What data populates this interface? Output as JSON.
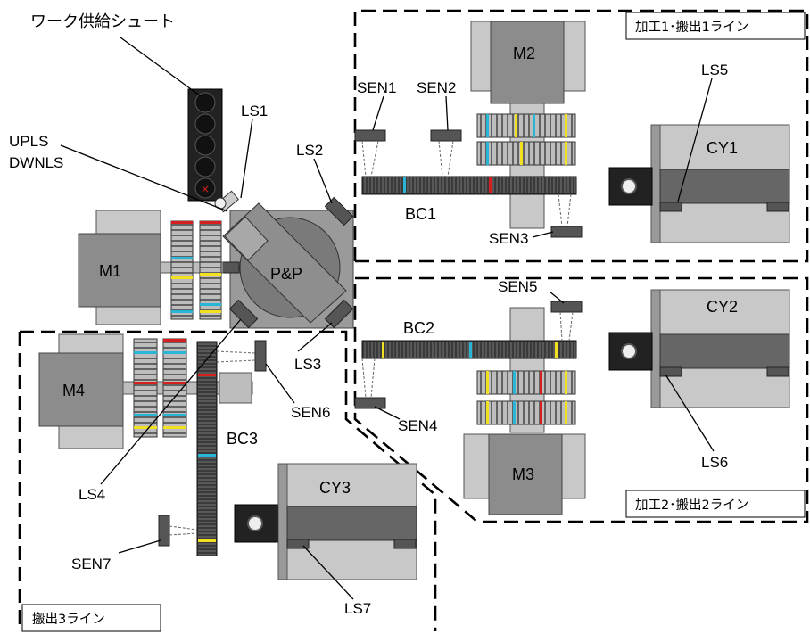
{
  "labels": {
    "chute": "ワーク供給シュート",
    "upls": "UPLS",
    "dwnls": "DWNLS",
    "ls1": "LS1",
    "ls2": "LS2",
    "ls3": "LS3",
    "ls4": "LS4",
    "ls5": "LS5",
    "ls6": "LS6",
    "ls7": "LS7",
    "sen1": "SEN1",
    "sen2": "SEN2",
    "sen3": "SEN3",
    "sen4": "SEN4",
    "sen5": "SEN5",
    "sen6": "SEN6",
    "sen7": "SEN7",
    "bc1": "BC1",
    "bc2": "BC2",
    "bc3": "BC3",
    "m1": "M1",
    "m2": "M2",
    "m3": "M3",
    "m4": "M4",
    "cy1": "CY1",
    "cy2": "CY2",
    "cy3": "CY3",
    "pp": "P&P"
  },
  "zones": {
    "line1": "加工1･搬出1ライン",
    "line2": "加工2･搬出2ライン",
    "line3": "搬出3ライン"
  },
  "colors": {
    "cyan": "#29b6d6",
    "red": "#d62020",
    "yellow": "#f0e020",
    "belt": "#3a3a3a"
  }
}
